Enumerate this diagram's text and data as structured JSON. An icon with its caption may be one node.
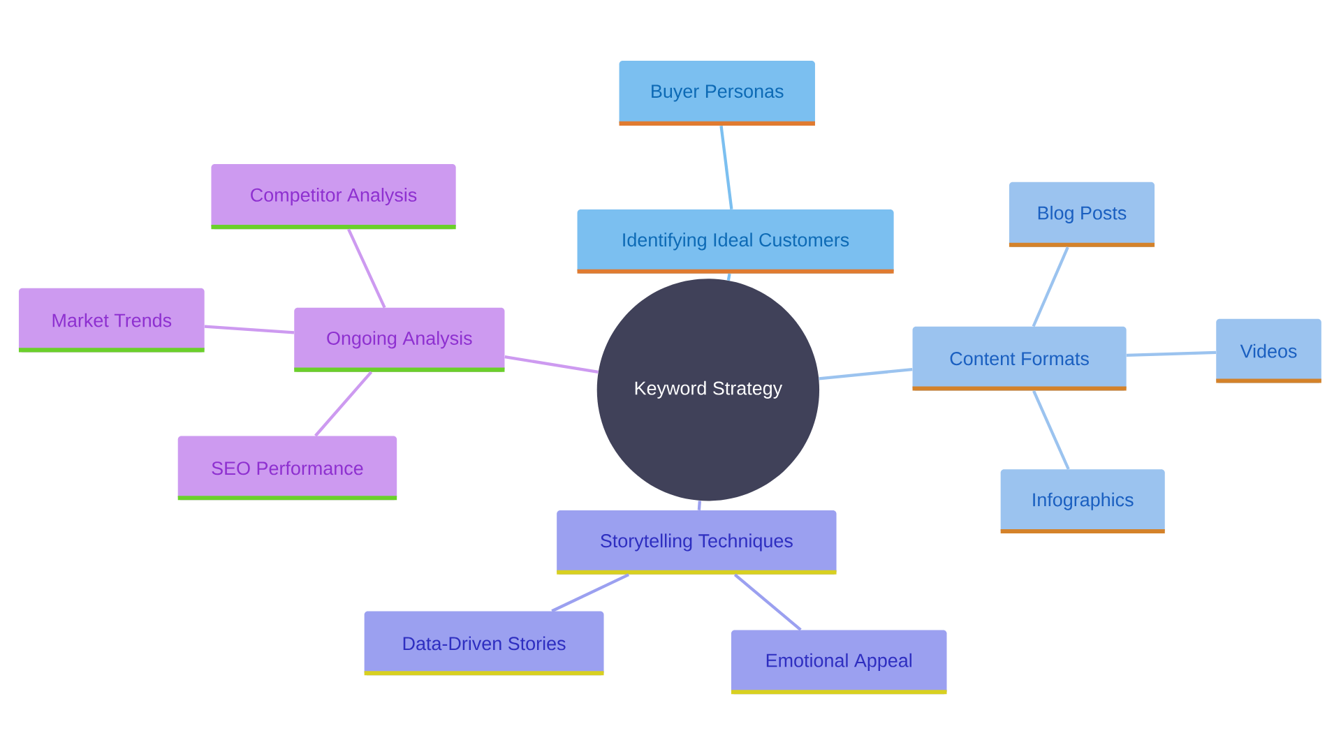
{
  "diagram": {
    "nodes": [
      {
        "text": [
          "Keyword Strategy"
        ]
      },
      {
        "text": [
          "Identifying Ideal Customers"
        ]
      },
      {
        "text": [
          "Buyer Personas"
        ]
      },
      {
        "text": [
          "Content Formats"
        ]
      },
      {
        "text": [
          "Blog Posts"
        ]
      },
      {
        "text": [
          "Videos"
        ]
      },
      {
        "text": [
          "Infographics"
        ]
      },
      {
        "text": [
          "Storytelling Techniques"
        ]
      },
      {
        "text": [
          "Data-Driven Stories"
        ]
      },
      {
        "text": [
          "Emotional Appeal"
        ]
      },
      {
        "text": [
          "Ongoing Analysis"
        ]
      },
      {
        "text": [
          "Competitor Analysis"
        ]
      },
      {
        "text": [
          "Market Trends"
        ]
      },
      {
        "text": [
          "SEO Performance"
        ]
      }
    ],
    "edges": [
      {
        "from": 0,
        "to": 1,
        "arrow": "none",
        "color": "#7bbff0"
      },
      {
        "from": 1,
        "to": 2,
        "arrow": "none",
        "color": "#7bbff0"
      },
      {
        "from": 0,
        "to": 3,
        "arrow": "none",
        "color": "#9bc3ef"
      },
      {
        "from": 3,
        "to": 4,
        "arrow": "none",
        "color": "#9bc3ef"
      },
      {
        "from": 3,
        "to": 5,
        "arrow": "none",
        "color": "#9bc3ef"
      },
      {
        "from": 3,
        "to": 6,
        "arrow": "none",
        "color": "#9bc3ef"
      },
      {
        "from": 0,
        "to": 7,
        "arrow": "none",
        "color": "#9ba0f0"
      },
      {
        "from": 7,
        "to": 8,
        "arrow": "none",
        "color": "#9ba0f0"
      },
      {
        "from": 7,
        "to": 9,
        "arrow": "none",
        "color": "#9ba0f0"
      },
      {
        "from": 0,
        "to": 10,
        "arrow": "none",
        "color": "#cd9af0"
      },
      {
        "from": 10,
        "to": 11,
        "arrow": "none",
        "color": "#cd9af0"
      },
      {
        "from": 10,
        "to": 12,
        "arrow": "none",
        "color": "#cd9af0"
      },
      {
        "from": 10,
        "to": 13,
        "arrow": "none",
        "color": "#cd9af0"
      }
    ]
  }
}
